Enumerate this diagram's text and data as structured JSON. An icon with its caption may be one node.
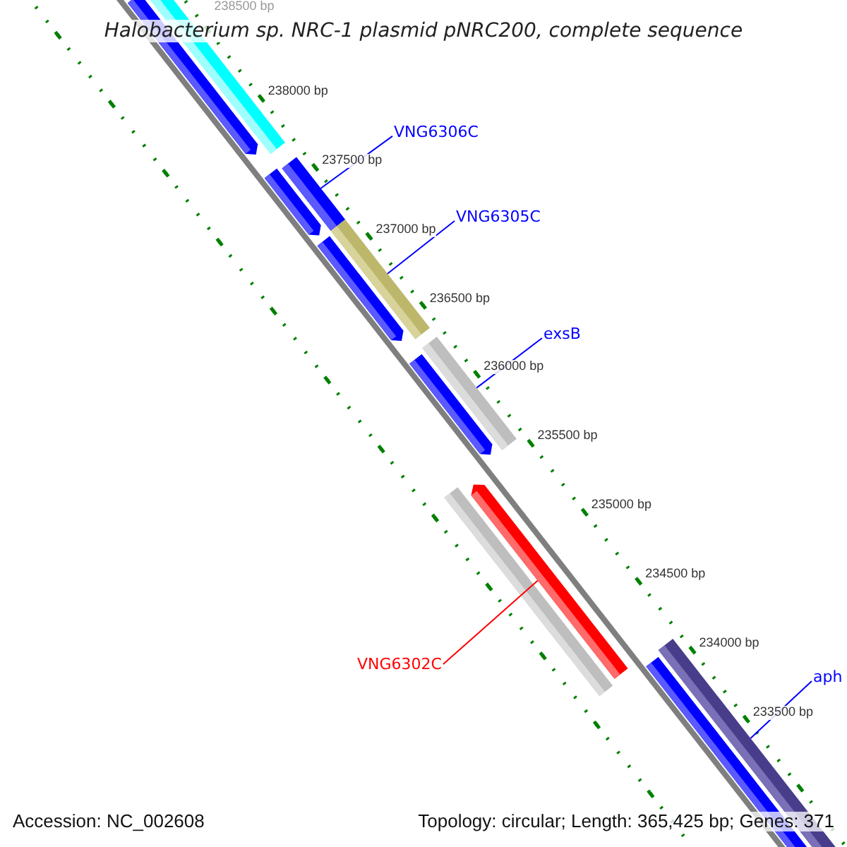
{
  "diagram": {
    "title": "Halobacterium sp. NRC-1 plasmid pNRC200, complete sequence",
    "nodes": [
      {
        "text": [
          "VNG6306C"
        ]
      },
      {
        "text": [],
        "shape": "bar"
      },
      {
        "text": [
          "VNG6305C"
        ]
      },
      {
        "text": [],
        "shape": "bar"
      },
      {
        "text": [
          "exsB"
        ]
      },
      {
        "text": [],
        "shape": "bar"
      },
      {
        "text": [
          "VNG6302C"
        ]
      },
      {
        "text": [],
        "shape": "bar"
      },
      {
        "text": [
          "aph"
        ]
      },
      {
        "text": [],
        "shape": "bar"
      }
    ],
    "edges": [
      {
        "from": 0,
        "to": 1,
        "arrow": "none"
      },
      {
        "from": 2,
        "to": 3,
        "arrow": "none"
      },
      {
        "from": 4,
        "to": 5,
        "arrow": "none"
      },
      {
        "from": 6,
        "to": 7,
        "arrow": "none",
        "color": "#ff0000"
      },
      {
        "from": 8,
        "to": 9,
        "arrow": "none"
      }
    ],
    "labels": [
      "238500 bp",
      "238000 bp",
      "237500 bp",
      "237000 bp",
      "236500 bp",
      "236000 bp",
      "235500 bp",
      "235000 bp",
      "234500 bp",
      "234000 bp",
      "233500 bp",
      "Accession: NC_002608",
      "Topology: circular; Length: 365,425 bp; Genes: 371"
    ]
  }
}
